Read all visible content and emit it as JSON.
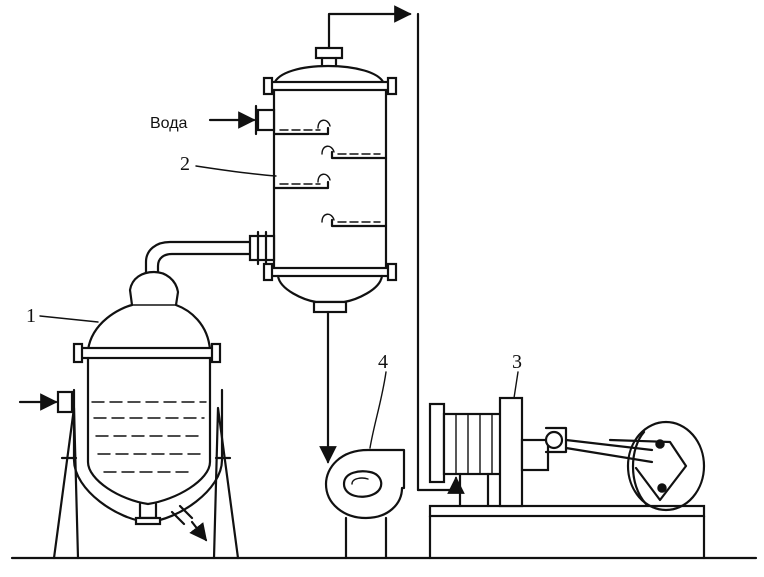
{
  "labels": {
    "evaporator": "1",
    "condenser": "2",
    "vacuum_pump": "3",
    "pump": "4",
    "water_inlet": "Вода"
  },
  "colors": {
    "ink": "#111111",
    "background": "#ffffff"
  }
}
